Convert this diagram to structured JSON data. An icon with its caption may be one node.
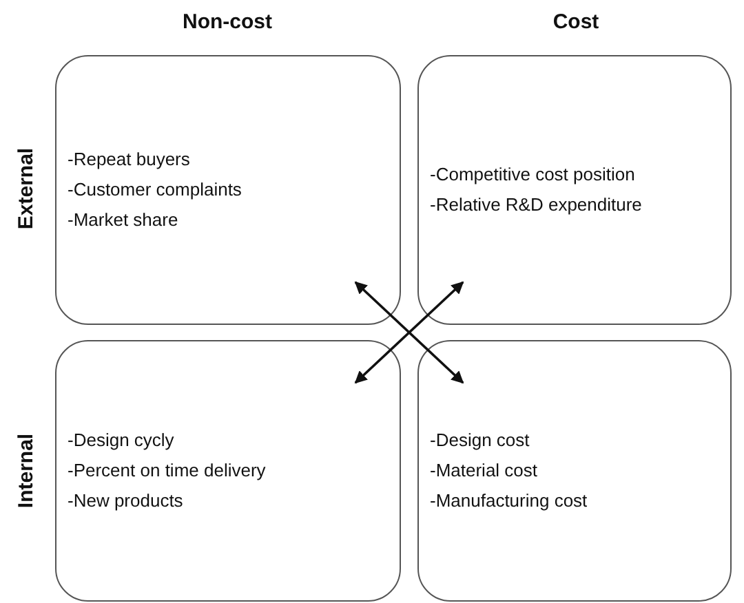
{
  "diagram": {
    "nodes": [
      {
        "text": [
          "-Repeat buyers",
          "-Customer complaints",
          "-Market share"
        ]
      },
      {
        "text": [
          "-Competitive cost position",
          "-Relative R&D expenditure"
        ]
      },
      {
        "text": [
          "-Design cycly",
          "-Percent on time delivery",
          "-New products"
        ]
      },
      {
        "text": [
          "-Design cost",
          "-Material cost",
          "-Manufacturing cost"
        ]
      }
    ],
    "edges": [
      {
        "from": 0,
        "to": 3,
        "arrow": "both"
      },
      {
        "from": 1,
        "to": 2,
        "arrow": "both"
      }
    ],
    "labels": [
      "Non-cost",
      "Cost",
      "External",
      "Internal"
    ]
  }
}
